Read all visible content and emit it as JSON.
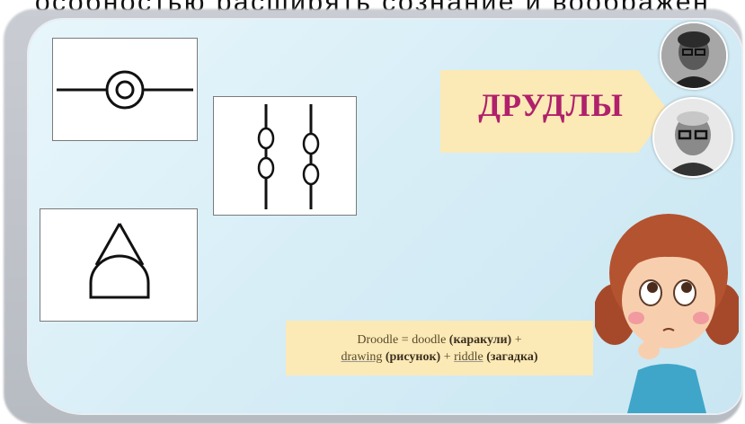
{
  "header": {
    "text": "особностью расширять сознание и воображен"
  },
  "slide": {
    "title": "ДРУДЛЫ",
    "formula": {
      "line1": {
        "w1": "Droodle",
        "eq": " = ",
        "w2": "doodle",
        "t2": "(каракули)",
        "plus": " +"
      },
      "line2": {
        "w3": "drawing",
        "t3": "(рисунок)",
        "plus": " + ",
        "w4": "riddle",
        "t4": "(загадка)"
      }
    }
  },
  "colors": {
    "title": "#b0206b",
    "banner": "#fbe9b6",
    "slide_bg": "#d8eef7"
  }
}
